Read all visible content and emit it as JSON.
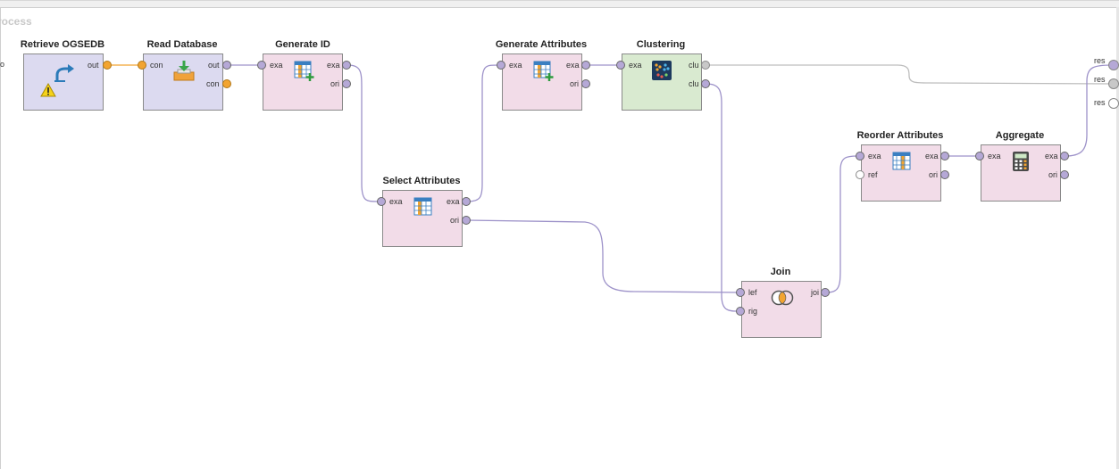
{
  "process": {
    "title": "rocess",
    "left_port": "o"
  },
  "operators": {
    "retrieve": {
      "title": "Retrieve OGSEDB",
      "ports_out": [
        "out"
      ],
      "color": "#dcdaf0"
    },
    "read_db": {
      "title": "Read Database",
      "ports_in": [
        "con"
      ],
      "ports_out": [
        "out",
        "con"
      ],
      "color": "#dcdaf0"
    },
    "gen_id": {
      "title": "Generate ID",
      "ports_in": [
        "exa"
      ],
      "ports_out": [
        "exa",
        "ori"
      ],
      "color": "#f2dce8"
    },
    "select_attr": {
      "title": "Select Attributes",
      "ports_in": [
        "exa"
      ],
      "ports_out": [
        "exa",
        "ori"
      ],
      "color": "#f2dce8"
    },
    "gen_attr": {
      "title": "Generate Attributes",
      "ports_in": [
        "exa"
      ],
      "ports_out": [
        "exa",
        "ori"
      ],
      "color": "#f2dce8"
    },
    "clustering": {
      "title": "Clustering",
      "ports_in": [
        "exa"
      ],
      "ports_out": [
        "clu",
        "clu"
      ],
      "color": "#d9ead0"
    },
    "join": {
      "title": "Join",
      "ports_in": [
        "lef",
        "rig"
      ],
      "ports_out": [
        "joi"
      ],
      "color": "#f2dce8"
    },
    "reorder": {
      "title": "Reorder Attributes",
      "ports_in": [
        "exa",
        "ref"
      ],
      "ports_out": [
        "exa",
        "ori"
      ],
      "color": "#f2dce8"
    },
    "aggregate": {
      "title": "Aggregate",
      "ports_in": [
        "exa"
      ],
      "ports_out": [
        "exa",
        "ori"
      ],
      "color": "#f2dce8"
    }
  },
  "result_ports": [
    "res",
    "res",
    "res"
  ],
  "colors": {
    "wire": "#9d92c9",
    "wire_orange": "#f2a431",
    "wire_gray": "#bdbdbd"
  }
}
